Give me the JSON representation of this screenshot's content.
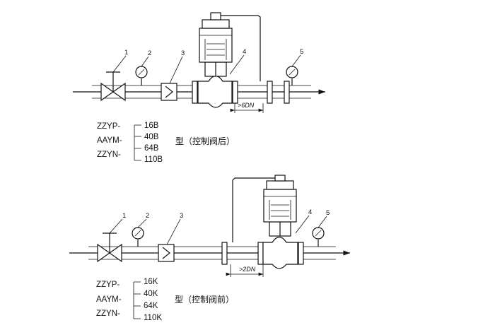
{
  "diagrams": [
    {
      "callouts": [
        "1",
        "2",
        "3",
        "4",
        "5"
      ],
      "dimension": ">6DN",
      "models": [
        "ZZYP-",
        "AAYM-",
        "ZZYN-"
      ],
      "ratings": [
        "16B",
        "40B",
        "64B",
        "110B"
      ],
      "type_label": "型（控制阀后）"
    },
    {
      "callouts": [
        "1",
        "2",
        "3",
        "4",
        "5"
      ],
      "dimension": ">2DN",
      "models": [
        "ZZYP-",
        "AAYM-",
        "ZZYN-"
      ],
      "ratings": [
        "16K",
        "40K",
        "64K",
        "110K"
      ],
      "type_label": "型（控制阀前）"
    }
  ]
}
